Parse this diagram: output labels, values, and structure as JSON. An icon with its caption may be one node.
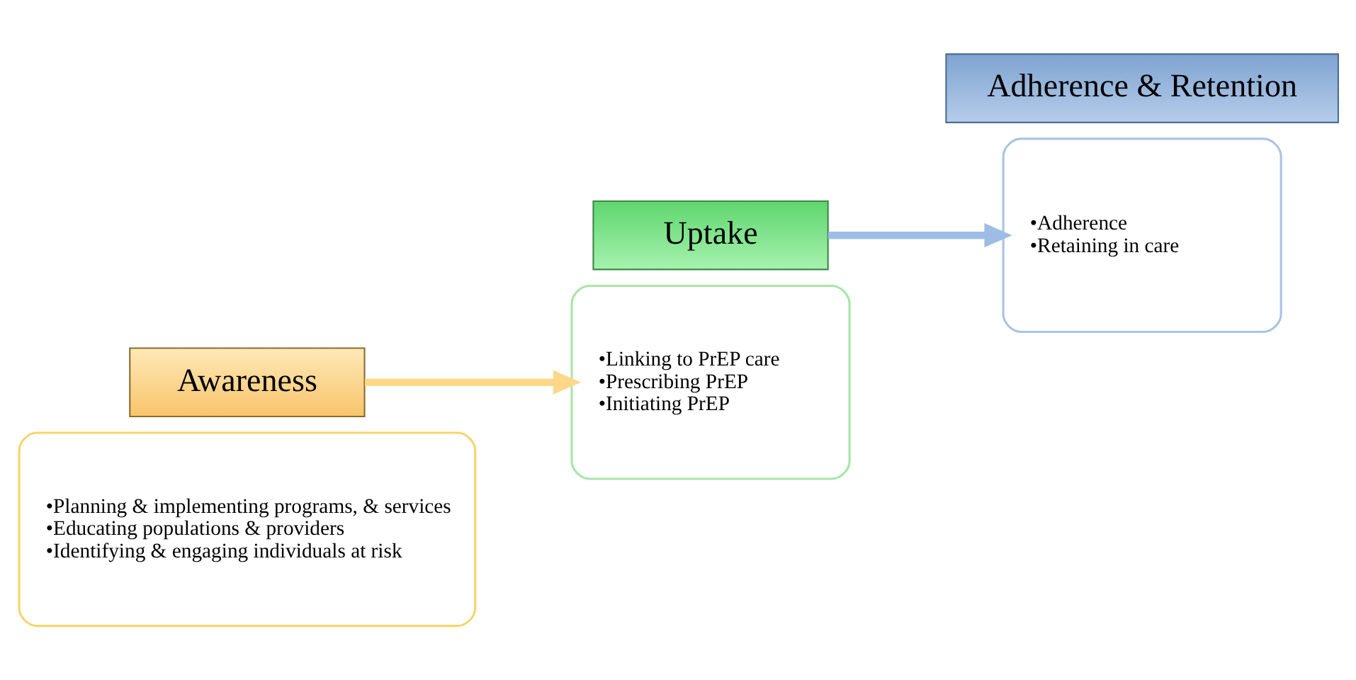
{
  "diagram": {
    "nodes": [
      {
        "text": [
          "•Planning & implementing programs, & services",
          "•Educating populations & providers",
          "•Identifying & engaging individuals at risk"
        ]
      },
      {
        "text": [
          "Awareness"
        ]
      },
      {
        "text": [
          "Uptake"
        ]
      },
      {
        "text": [
          "•Linking to PrEP care",
          "•Prescribing PrEP",
          "•Initiating PrEP"
        ]
      },
      {
        "text": [
          "•Adherence",
          "•Retaining in care"
        ]
      },
      {
        "text": [
          "Adherence & Retention"
        ]
      }
    ],
    "edges": [
      {
        "from": 1,
        "to": 3,
        "arrow": "to",
        "color": "#fdd88a"
      },
      {
        "from": 2,
        "to": 4,
        "arrow": "to",
        "color": "#9dbde6"
      }
    ]
  }
}
